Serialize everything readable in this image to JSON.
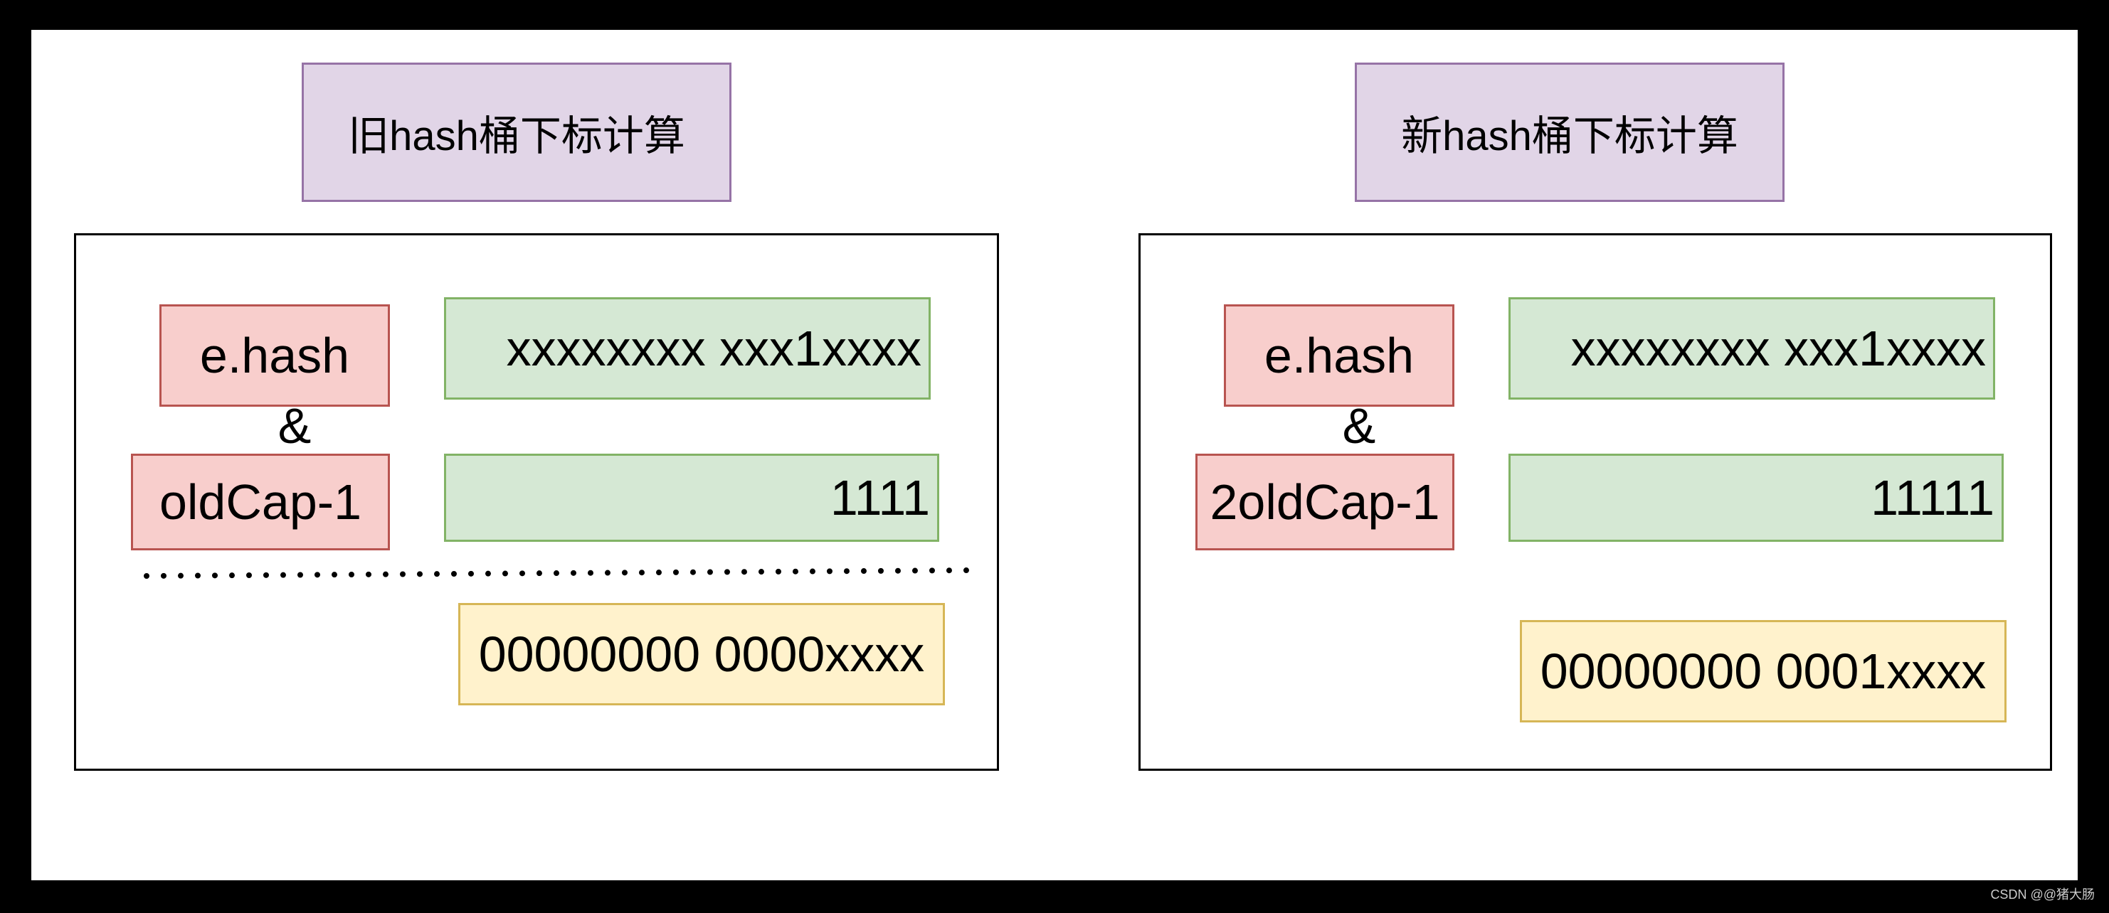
{
  "diagram": {
    "old": {
      "title": "旧hash桶下标计算",
      "hash_label": "e.hash",
      "operator": "&",
      "mask_label": "oldCap-1",
      "hash_bits": "xxxxxxxx xxx1xxxx",
      "mask_bits": "1111",
      "result_bits": "00000000 0000xxxx"
    },
    "new": {
      "title": "新hash桶下标计算",
      "hash_label": "e.hash",
      "operator": "&",
      "mask_label": "2oldCap-1",
      "hash_bits": "xxxxxxxx xxx1xxxx",
      "mask_bits": "11111",
      "result_bits": "00000000 0001xxxx"
    },
    "colors": {
      "title_fill": "#e1d5e7",
      "title_stroke": "#9673a6",
      "label_fill": "#f8cecc",
      "label_stroke": "#b85450",
      "bits_fill": "#d5e8d4",
      "bits_stroke": "#82b366",
      "result_fill": "#fff2cc",
      "result_stroke": "#d6b656"
    }
  },
  "watermark": "CSDN @@猪大肠"
}
